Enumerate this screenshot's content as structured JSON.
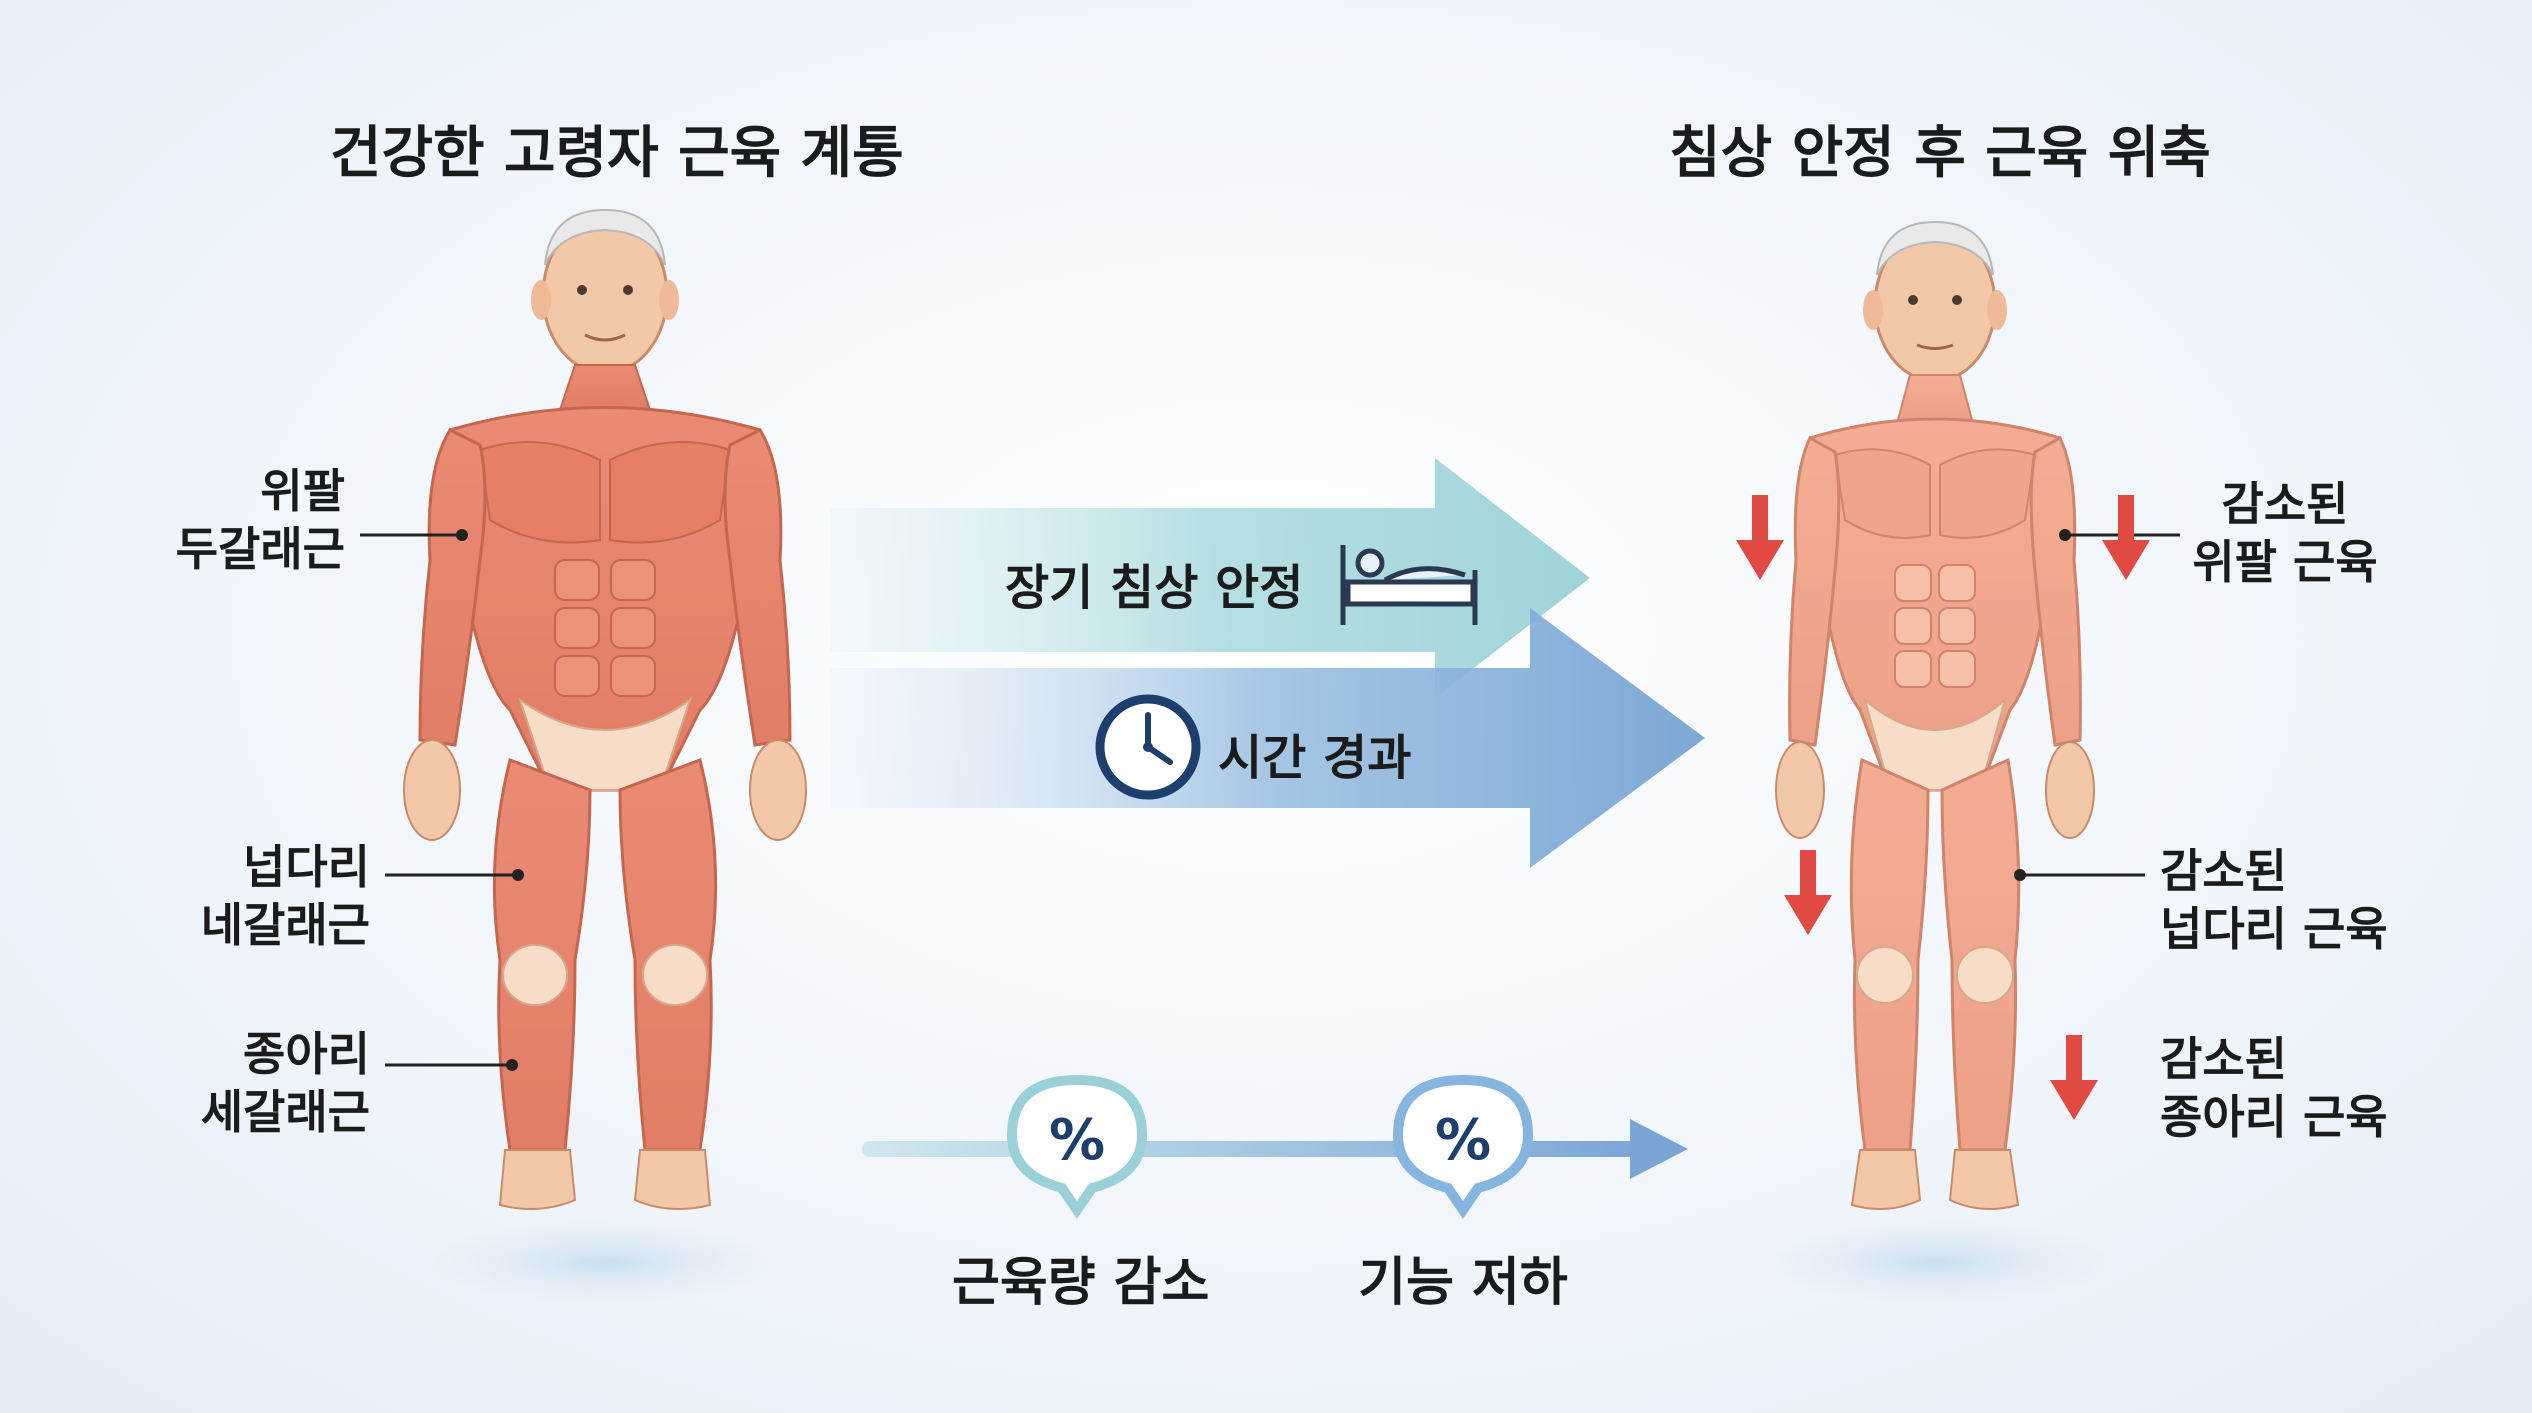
{
  "titles": {
    "left": "건강한 고령자 근육 계통",
    "right": "침상 안정 후 근육 위축"
  },
  "left_labels": {
    "biceps": [
      "위팔",
      "두갈래근"
    ],
    "quadriceps": [
      "넙다리",
      "네갈래근"
    ],
    "triceps_surae": [
      "종아리",
      "세갈래근"
    ]
  },
  "right_labels": {
    "arm": [
      "감소된",
      "위팔 근육"
    ],
    "thigh": [
      "감소된",
      "넙다리 근육"
    ],
    "calf": [
      "감소된",
      "종아리 근육"
    ]
  },
  "arrows": {
    "bed_rest": "장기 침상 안정",
    "time": "시간 경과"
  },
  "timeline": {
    "marker_symbol": "%",
    "items": [
      "근육량 감소",
      "기능 저하"
    ]
  },
  "colors": {
    "muscle_healthy": "#e98a72",
    "muscle_atrophy": "#f2a98f",
    "tendon": "#f7dcc7",
    "arrow_teal": "#8fcdd3",
    "arrow_blue": "#6f9fd0",
    "decrease_red": "#e14a43",
    "marker_blue": "#1d3f6e"
  },
  "icons": [
    "bed-icon",
    "clock-icon",
    "down-arrow-icon",
    "sparkle-icon"
  ]
}
